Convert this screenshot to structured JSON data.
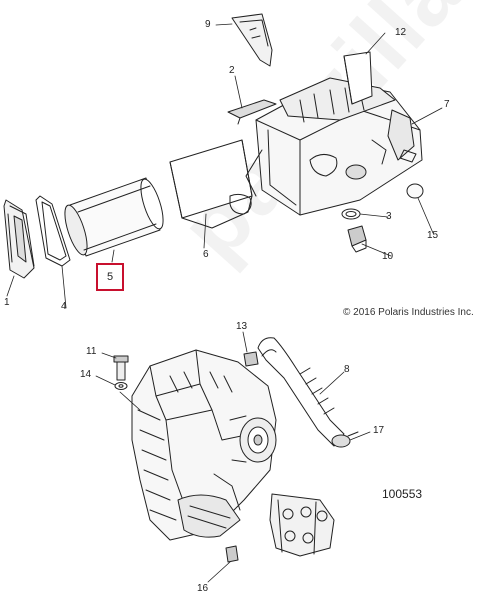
{
  "copyright": "© 2016 Polaris Industries Inc.",
  "diagram_number": "100553",
  "watermark": "partzilla",
  "highlighted_callout": "5",
  "highlight_color": "#c8102e",
  "callouts": {
    "c1": "1",
    "c2": "2",
    "c3": "3",
    "c4": "4",
    "c6": "6",
    "c7": "7",
    "c8": "8",
    "c9": "9",
    "c10": "10",
    "c11": "11",
    "c12": "12",
    "c13": "13",
    "c14": "14",
    "c15": "15",
    "c16": "16",
    "c17": "17"
  }
}
